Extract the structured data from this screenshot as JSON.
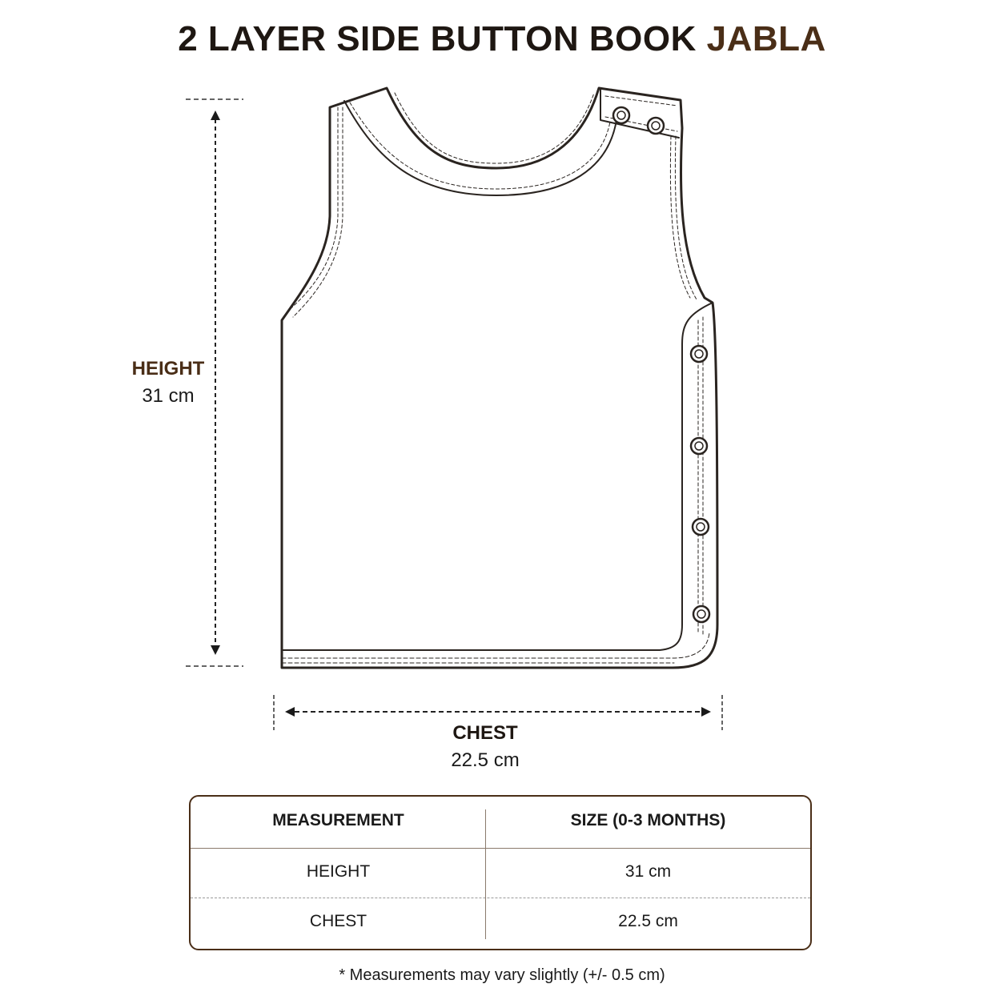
{
  "title": {
    "main": "2 LAYER SIDE BUTTON BOOK ",
    "accent": "JABLA"
  },
  "dimensions": {
    "height": {
      "label": "HEIGHT",
      "value": "31 cm"
    },
    "chest": {
      "label": "CHEST",
      "value": "22.5 cm"
    }
  },
  "table": {
    "headers": [
      "MEASUREMENT",
      "SIZE (0-3 MONTHS)"
    ],
    "rows": [
      [
        "HEIGHT",
        "31 cm"
      ],
      [
        "CHEST",
        "22.5 cm"
      ]
    ]
  },
  "footnote": "* Measurements may vary slightly (+/- 0.5 cm)",
  "colors": {
    "accent_brown": "#4a2e17",
    "ink": "#1e1712",
    "line": "#2a2420"
  }
}
